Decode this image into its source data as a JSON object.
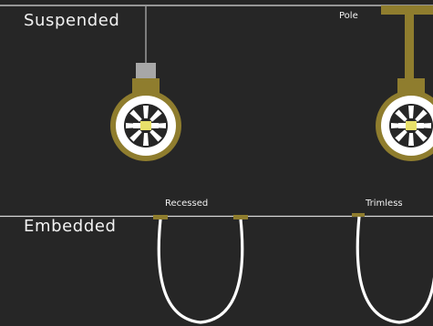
{
  "sections": {
    "suspended": "Suspended",
    "embedded": "Embedded"
  },
  "labels": {
    "pole": "Pole",
    "recessed": "Recessed",
    "trimless": "Trimless"
  },
  "colors": {
    "background": "#262626",
    "line": "#d9d9d9",
    "accent": "#8f7d2e",
    "lens_light": "#ffffff",
    "cable_grey": "#9a9a9a"
  }
}
